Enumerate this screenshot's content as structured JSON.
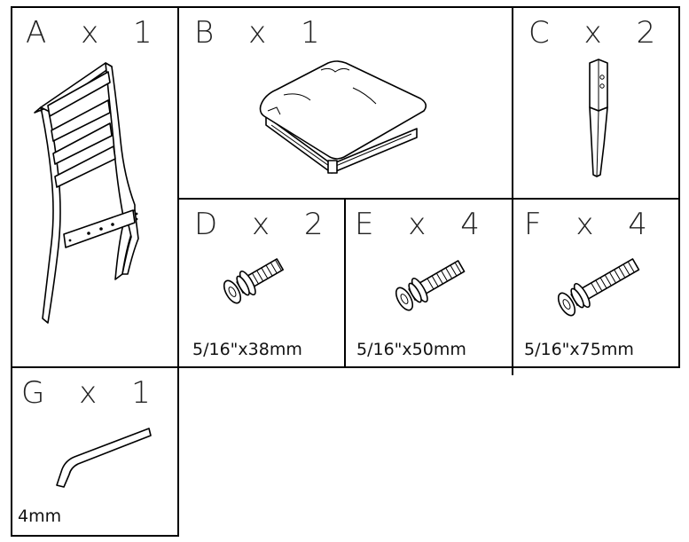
{
  "parts": [
    {
      "id": "A",
      "label": "A x 1",
      "image": "chair-frame"
    },
    {
      "id": "B",
      "label": "B x 1",
      "image": "seat-cushion"
    },
    {
      "id": "C",
      "label": "C x 2",
      "image": "chair-leg"
    },
    {
      "id": "D",
      "label": "D x 2",
      "image": "bolt-with-washers",
      "size": "5/16\"x38mm"
    },
    {
      "id": "E",
      "label": "E x 4",
      "image": "bolt-with-washers",
      "size": "5/16\"x50mm"
    },
    {
      "id": "F",
      "label": "F x 4",
      "image": "bolt-with-washers",
      "size": "5/16\"x75mm"
    },
    {
      "id": "G",
      "label": "G x 1",
      "image": "allen-key",
      "size": "4mm"
    }
  ]
}
